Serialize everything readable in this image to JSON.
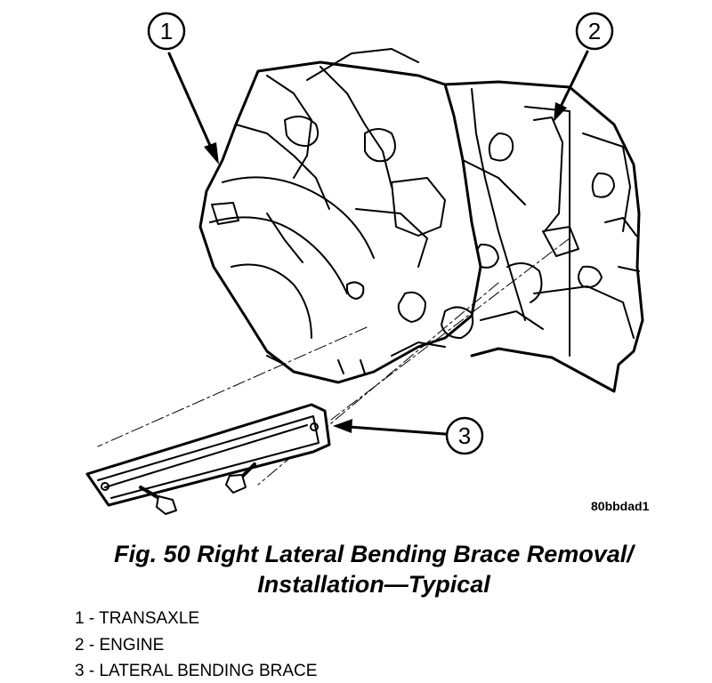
{
  "figure": {
    "callouts": [
      {
        "num": "1"
      },
      {
        "num": "2"
      },
      {
        "num": "3"
      }
    ],
    "code": "80bbdad1",
    "icons": [
      "transaxle-drawing",
      "engine-drawing",
      "brace-drawing",
      "bolt-icon"
    ]
  },
  "caption": {
    "line1": "Fig. 50 Right Lateral Bending Brace Removal/",
    "line2": "Installation—Typical"
  },
  "legend": [
    "1 - TRANSAXLE",
    "2 - ENGINE",
    "3 - LATERAL BENDING BRACE"
  ]
}
